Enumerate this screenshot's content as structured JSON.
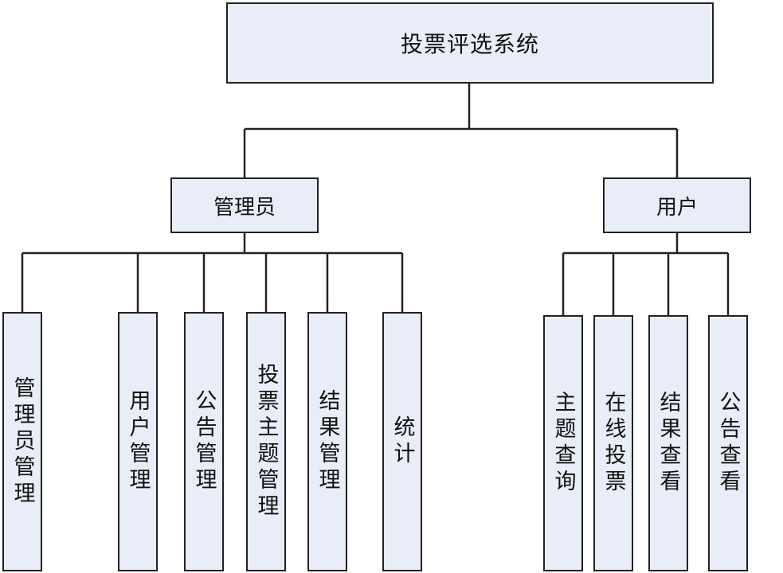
{
  "diagram": {
    "root": {
      "label": "投票评选系统"
    },
    "branches": [
      {
        "label": "管理员",
        "children": [
          "管理员管理",
          "用户管理",
          "公告管理",
          "投票主题管理",
          "结果管理",
          "统计"
        ]
      },
      {
        "label": "用户",
        "children": [
          "主题查询",
          "在线投票",
          "结果查看",
          "公告查看"
        ]
      }
    ]
  },
  "colors": {
    "box_fill": "#e8edf7",
    "border": "#222222",
    "line": "#222222"
  }
}
